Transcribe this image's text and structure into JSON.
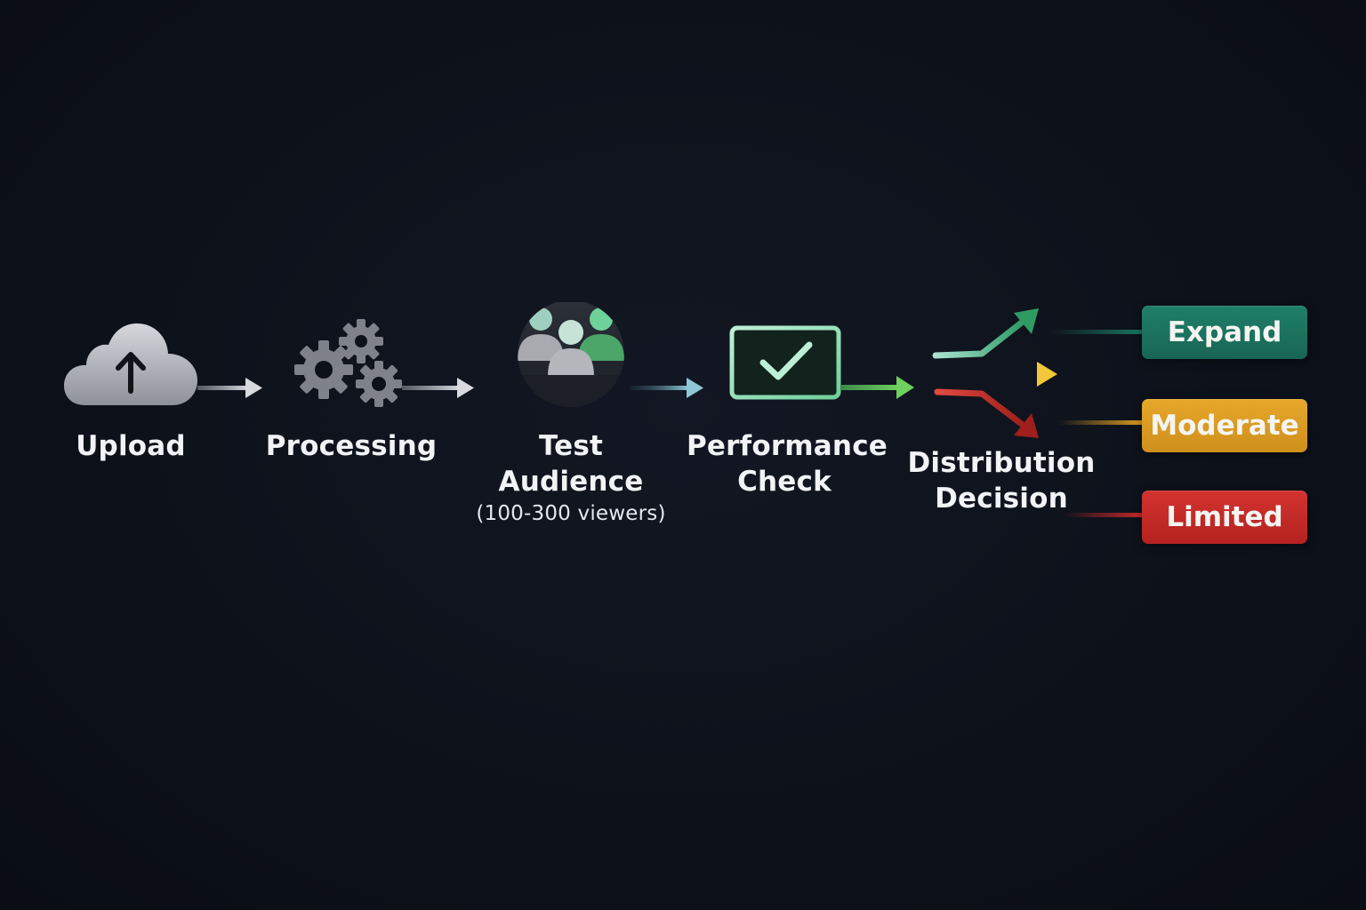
{
  "steps": [
    {
      "label": "Upload",
      "icon": "cloud-upload-icon"
    },
    {
      "label": "Processing",
      "icon": "gears-icon"
    },
    {
      "label": "Test Audience",
      "sublabel": "(100-300 viewers)",
      "icon": "audience-group-icon"
    },
    {
      "label": "Performance",
      "label2": "Check",
      "icon": "checkmark-screen-icon"
    },
    {
      "label": "Distribution",
      "label2": "Decision",
      "icon": "branching-arrows-icon"
    }
  ],
  "outcomes": [
    {
      "label": "Expand",
      "color": "#1b7461"
    },
    {
      "label": "Moderate",
      "color": "#d99a22"
    },
    {
      "label": "Limited",
      "color": "#c42a28"
    }
  ],
  "colors": {
    "background": "#0d1119",
    "green": "#5fbf5a",
    "teal": "#2e9c85",
    "yellow": "#efbd33",
    "red": "#d0322d",
    "gray": "#b7bac1"
  }
}
